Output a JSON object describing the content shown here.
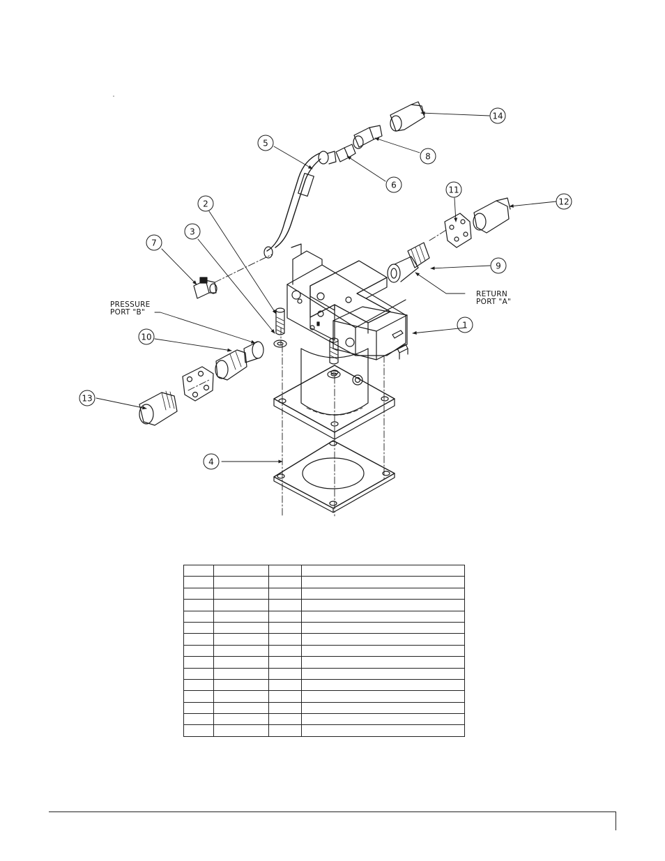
{
  "callouts": {
    "c1": "1",
    "c2": "2",
    "c3": "3",
    "c4": "4",
    "c5": "5",
    "c6": "6",
    "c7": "7",
    "c8": "8",
    "c9": "9",
    "c10": "10",
    "c11": "11",
    "c12": "12",
    "c13": "13",
    "c14": "14"
  },
  "ports": {
    "pressure_line1": "PRESSURE",
    "pressure_line2": "PORT \"B\"",
    "return_line1": "RETURN",
    "return_line2": "PORT \"A\""
  },
  "parts_table": {
    "columns": 4,
    "rows": [
      [
        "",
        "",
        "",
        ""
      ],
      [
        "",
        "",
        "",
        ""
      ],
      [
        "",
        "",
        "",
        ""
      ],
      [
        "",
        "",
        "",
        ""
      ],
      [
        "",
        "",
        "",
        ""
      ],
      [
        "",
        "",
        "",
        ""
      ],
      [
        "",
        "",
        "",
        ""
      ],
      [
        "",
        "",
        "",
        ""
      ],
      [
        "",
        "",
        "",
        ""
      ],
      [
        "",
        "",
        "",
        ""
      ],
      [
        "",
        "",
        "",
        ""
      ],
      [
        "",
        "",
        "",
        ""
      ],
      [
        "",
        "",
        "",
        ""
      ],
      [
        "",
        "",
        "",
        ""
      ],
      [
        "",
        "",
        "",
        ""
      ]
    ]
  },
  "colors": {
    "line": "#1a1a1a",
    "background": "#ffffff"
  }
}
